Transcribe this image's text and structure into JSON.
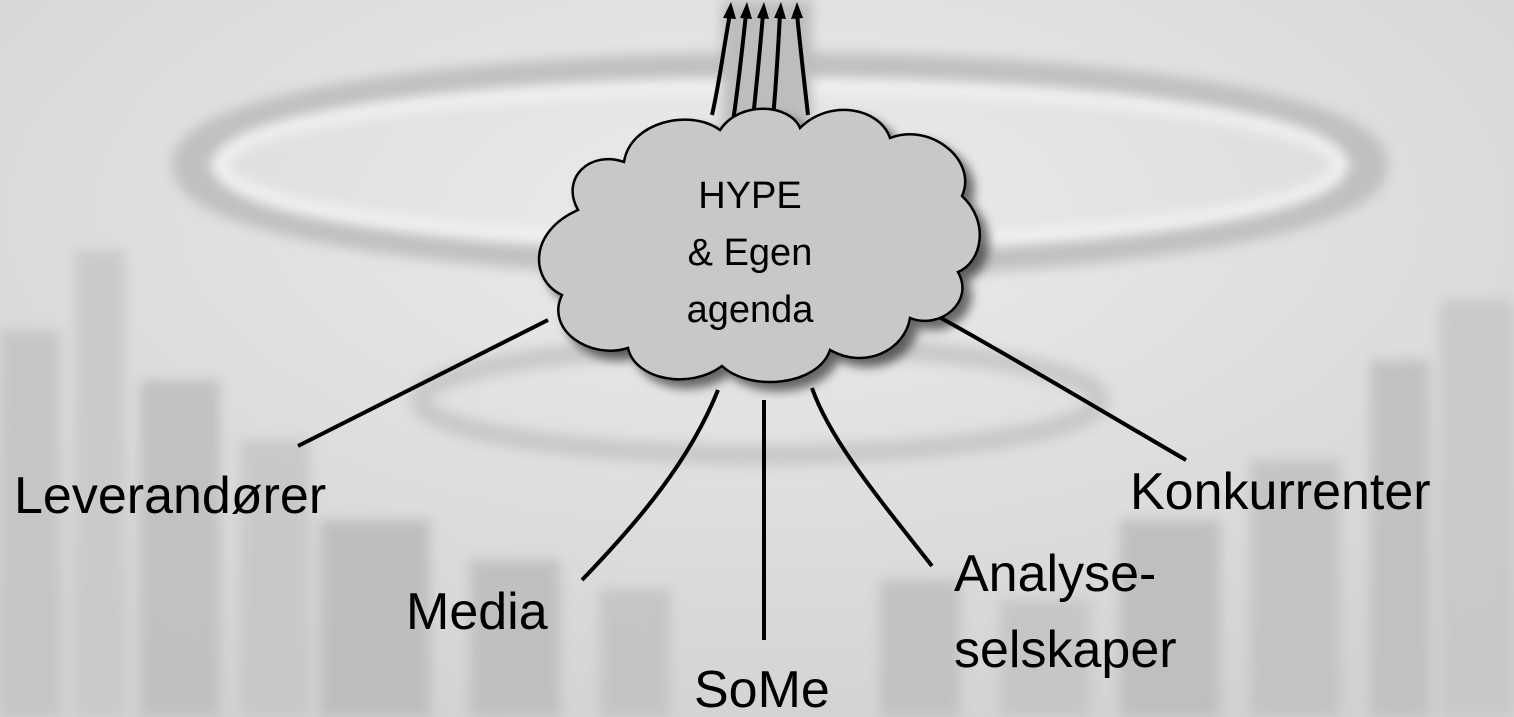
{
  "cloud": {
    "lines": [
      "HYPE",
      "& Egen",
      "agenda"
    ],
    "fill": "#c8c8c8",
    "stroke": "#000000"
  },
  "sources": [
    {
      "id": "leverandorer",
      "label": "Leverandører"
    },
    {
      "id": "media",
      "label": "Media"
    },
    {
      "id": "some",
      "label": "SoMe"
    },
    {
      "id": "analyse",
      "label_lines": [
        "Analyse-",
        "selskaper"
      ]
    },
    {
      "id": "konkurrenter",
      "label": "Konkurrenter"
    }
  ],
  "colors": {
    "background": "#dcdcdc",
    "line": "#000000"
  }
}
